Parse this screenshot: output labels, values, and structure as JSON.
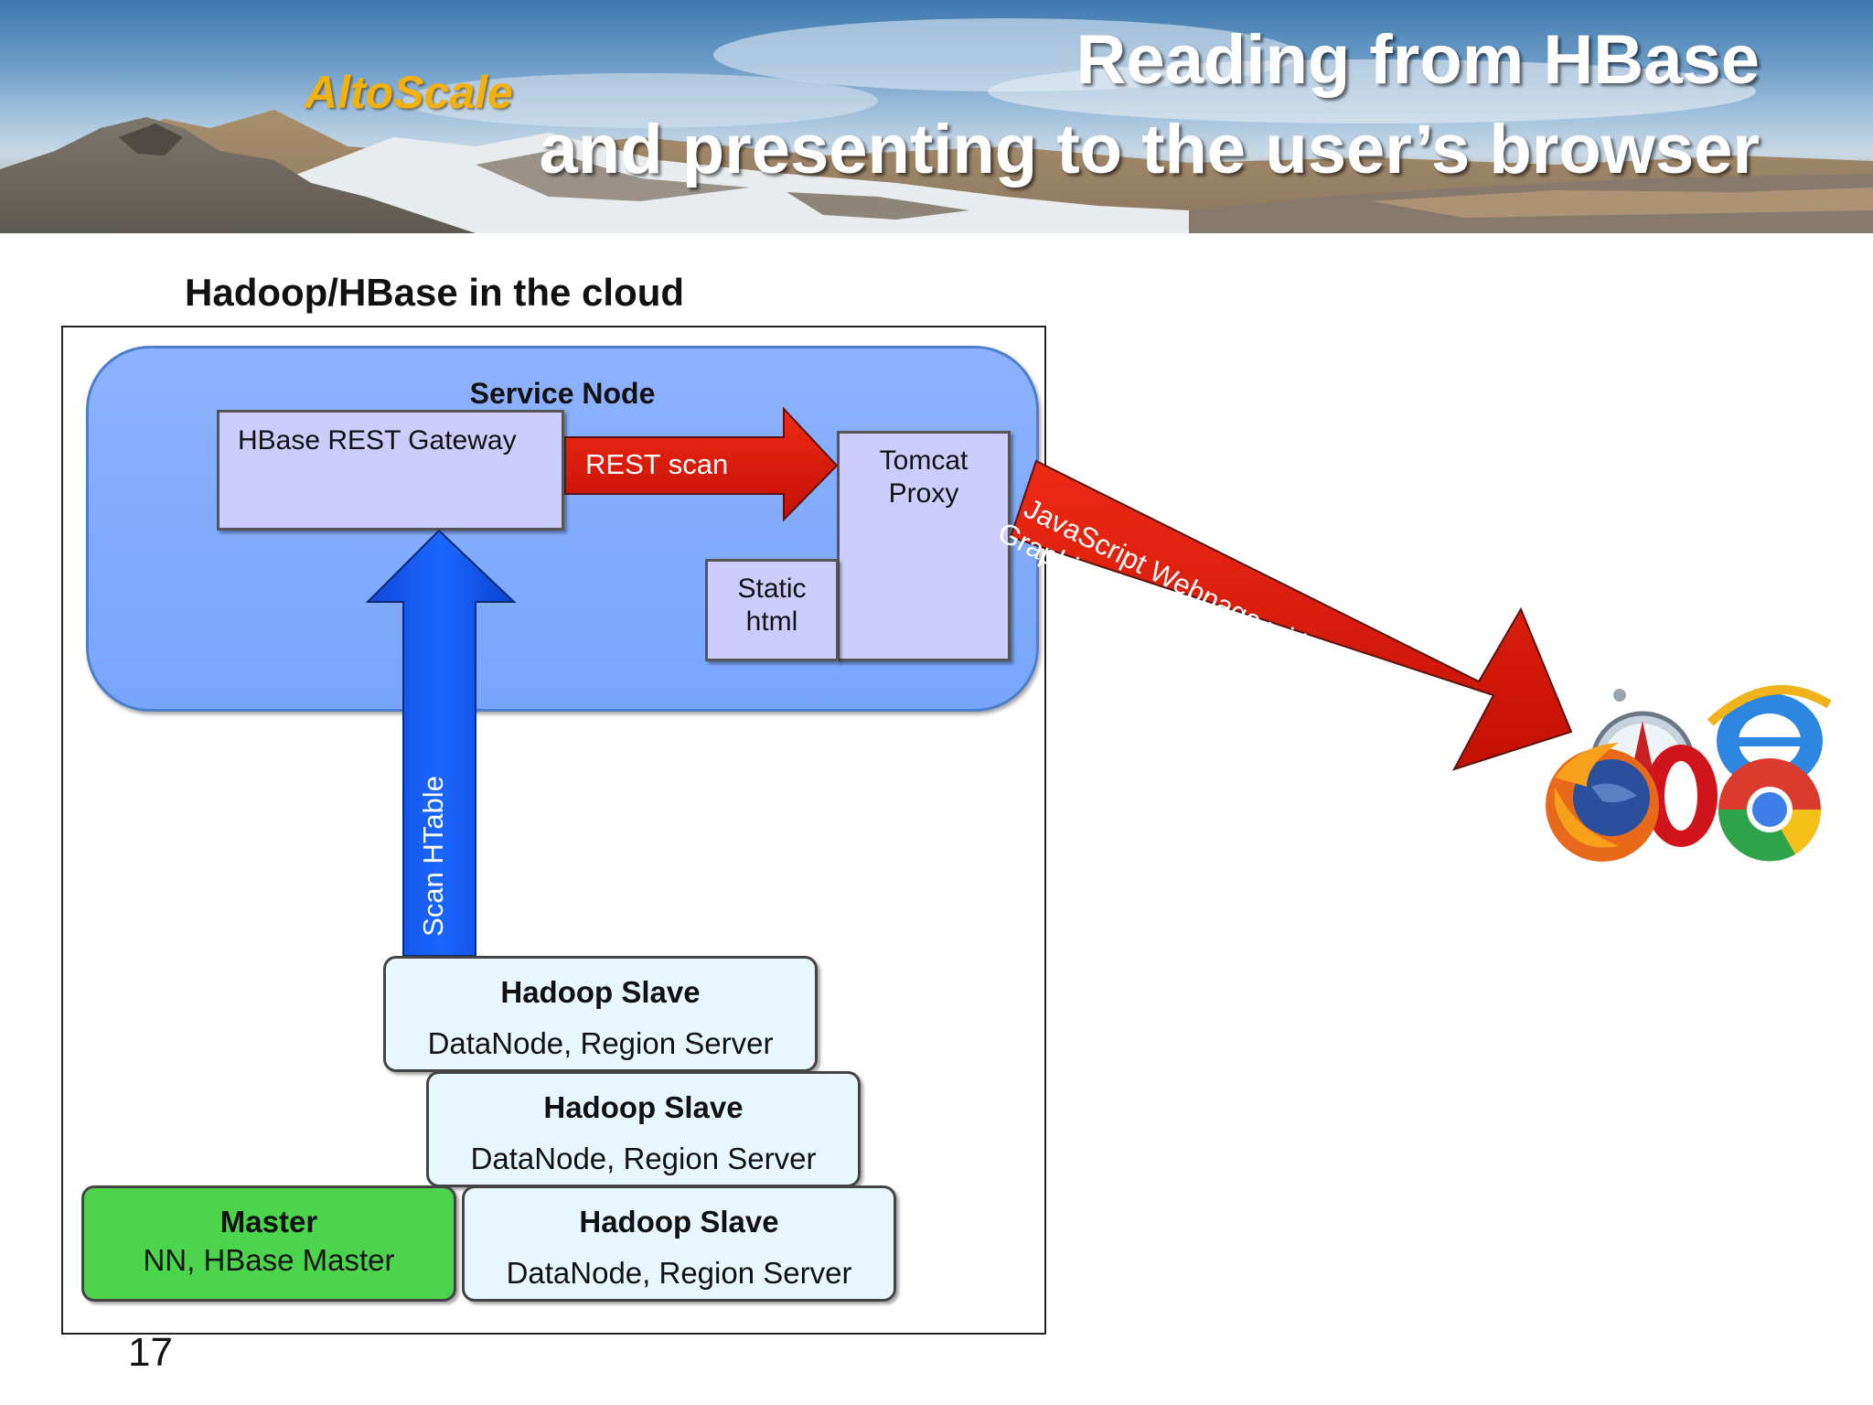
{
  "header": {
    "logo": "AltoScale",
    "title_line1": "Reading from HBase",
    "title_line2": "and presenting to the user’s browser"
  },
  "diagram": {
    "subtitle": "Hadoop/HBase in the cloud",
    "service_node": {
      "label": "Service Node",
      "gateway": "HBase REST Gateway",
      "tomcat_line1": "Tomcat",
      "tomcat_line2": "Proxy",
      "static_line1": "Static",
      "static_line2": "html"
    },
    "arrows": {
      "rest_scan": "REST scan",
      "scan_htable": "Scan HTable",
      "js_line1": "JavaScript Webpage with REST+Dojo",
      "js_line2": "Graphing"
    },
    "slaves": [
      {
        "title": "Hadoop Slave",
        "detail": "DataNode, Region Server"
      },
      {
        "title": "Hadoop Slave",
        "detail": "DataNode, Region Server"
      },
      {
        "title": "Hadoop Slave",
        "detail": "DataNode, Region Server"
      }
    ],
    "master": {
      "title": "Master",
      "detail": "NN, HBase Master"
    }
  },
  "colors": {
    "service_node": "#78a5fb",
    "lilac_box": "#ccccff",
    "red_arrow": "#e01a0a",
    "blue_arrow": "#0c55f0",
    "slave_box": "#e8f6ff",
    "master_box": "#4dd44d",
    "logo": "#f3b10e"
  },
  "browser_icons": [
    "firefox-icon",
    "safari-icon",
    "opera-icon",
    "internet-explorer-icon",
    "chrome-icon"
  ],
  "page_number": "17"
}
